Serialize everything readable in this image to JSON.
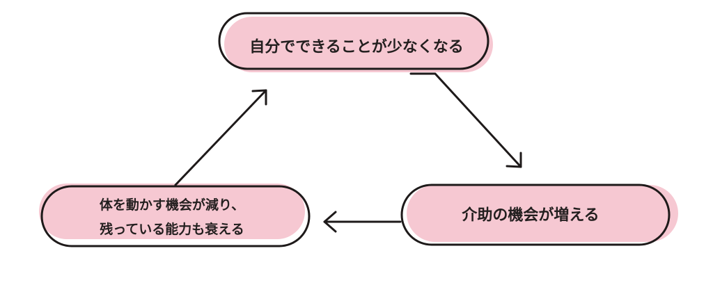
{
  "colors": {
    "node_fill": "#f6c8d2",
    "outline": "#1e1a1a",
    "text": "#231f1f"
  },
  "nodes": {
    "top": {
      "label": "自分でできることが少なくなる"
    },
    "right": {
      "label": "介助の機会が増える"
    },
    "left": {
      "line1": "体を動かす機会が減り、",
      "line2": "残っている能力も衰える"
    }
  }
}
